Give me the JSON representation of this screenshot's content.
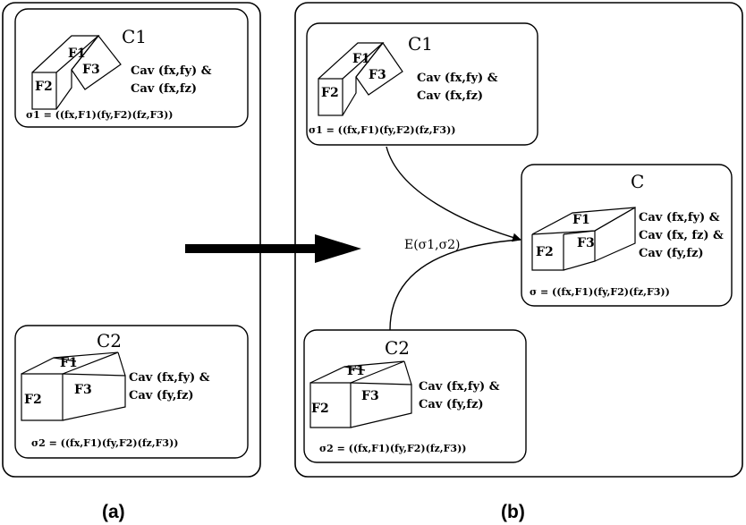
{
  "panel_a": {
    "label": "(a)",
    "top": {
      "name": "C1",
      "faces": [
        "F1",
        "F3",
        "F2"
      ],
      "cav": [
        "Cav (fx,fy) &",
        "Cav (fx,fz)"
      ],
      "sigma": "σ1 = ((fx,F1)(fy,F2)(fz,F3))"
    },
    "bottom": {
      "name": "C2",
      "faces": [
        "F1",
        "F3",
        "F2"
      ],
      "cav": [
        "Cav (fx,fy) &",
        "Cav (fy,fz)"
      ],
      "sigma": "σ2 = ((fx,F1)(fy,F2)(fz,F3))"
    }
  },
  "panel_b": {
    "label": "(b)",
    "top": {
      "name": "C1",
      "faces": [
        "F1",
        "F3",
        "F2"
      ],
      "cav": [
        "Cav (fx,fy) &",
        "Cav (fx,fz)"
      ],
      "sigma": "σ1 = ((fx,F1)(fy,F2)(fz,F3))"
    },
    "bottom": {
      "name": "C2",
      "faces": [
        "F1",
        "F3",
        "F2"
      ],
      "cav": [
        "Cav (fx,fy) &",
        "Cav (fy,fz)"
      ],
      "sigma": "σ2 = ((fx,F1)(fy,F2)(fz,F3))"
    },
    "right": {
      "name": "C",
      "faces": [
        "F1",
        "F3",
        "F2"
      ],
      "cav": [
        "Cav (fx,fy) &",
        "Cav (fx, fz) &",
        "Cav (fy,fz)"
      ],
      "sigma": "σ = ((fx,F1)(fy,F2)(fz,F3))"
    },
    "edge_label": "E(σ1,σ2)"
  }
}
